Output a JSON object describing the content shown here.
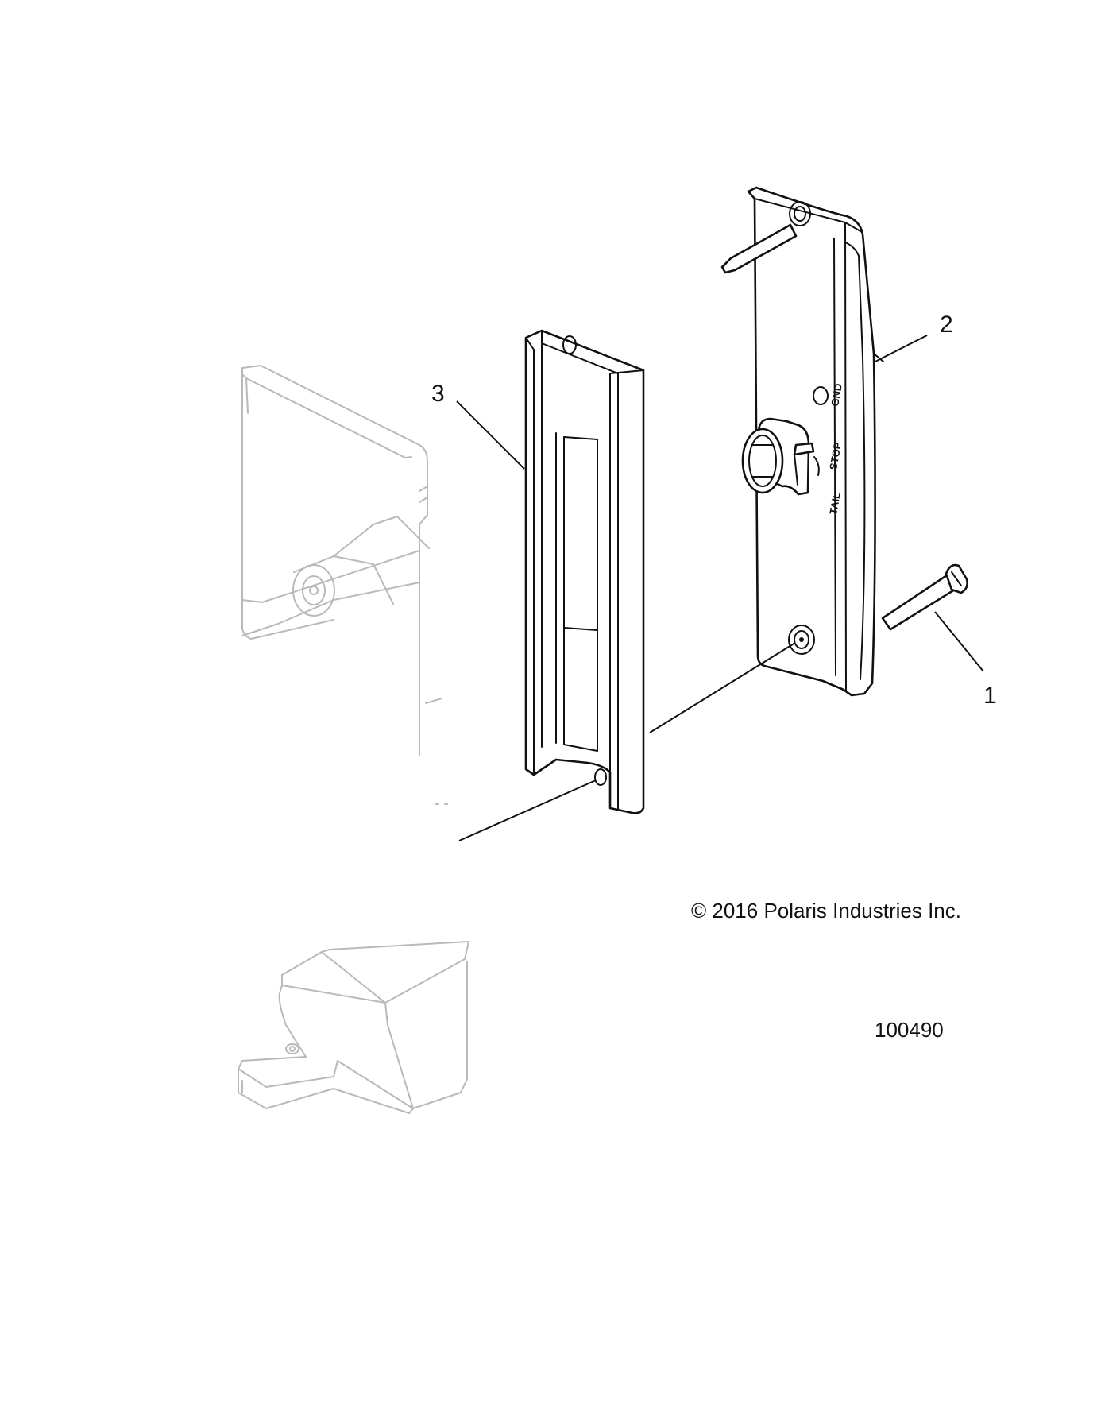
{
  "callouts": [
    "1",
    "2",
    "3"
  ],
  "connector_pins": [
    "TAIL",
    "STOP",
    "GND"
  ],
  "copyright": "© 2016 Polaris Industries Inc.",
  "figure_number": "100490"
}
